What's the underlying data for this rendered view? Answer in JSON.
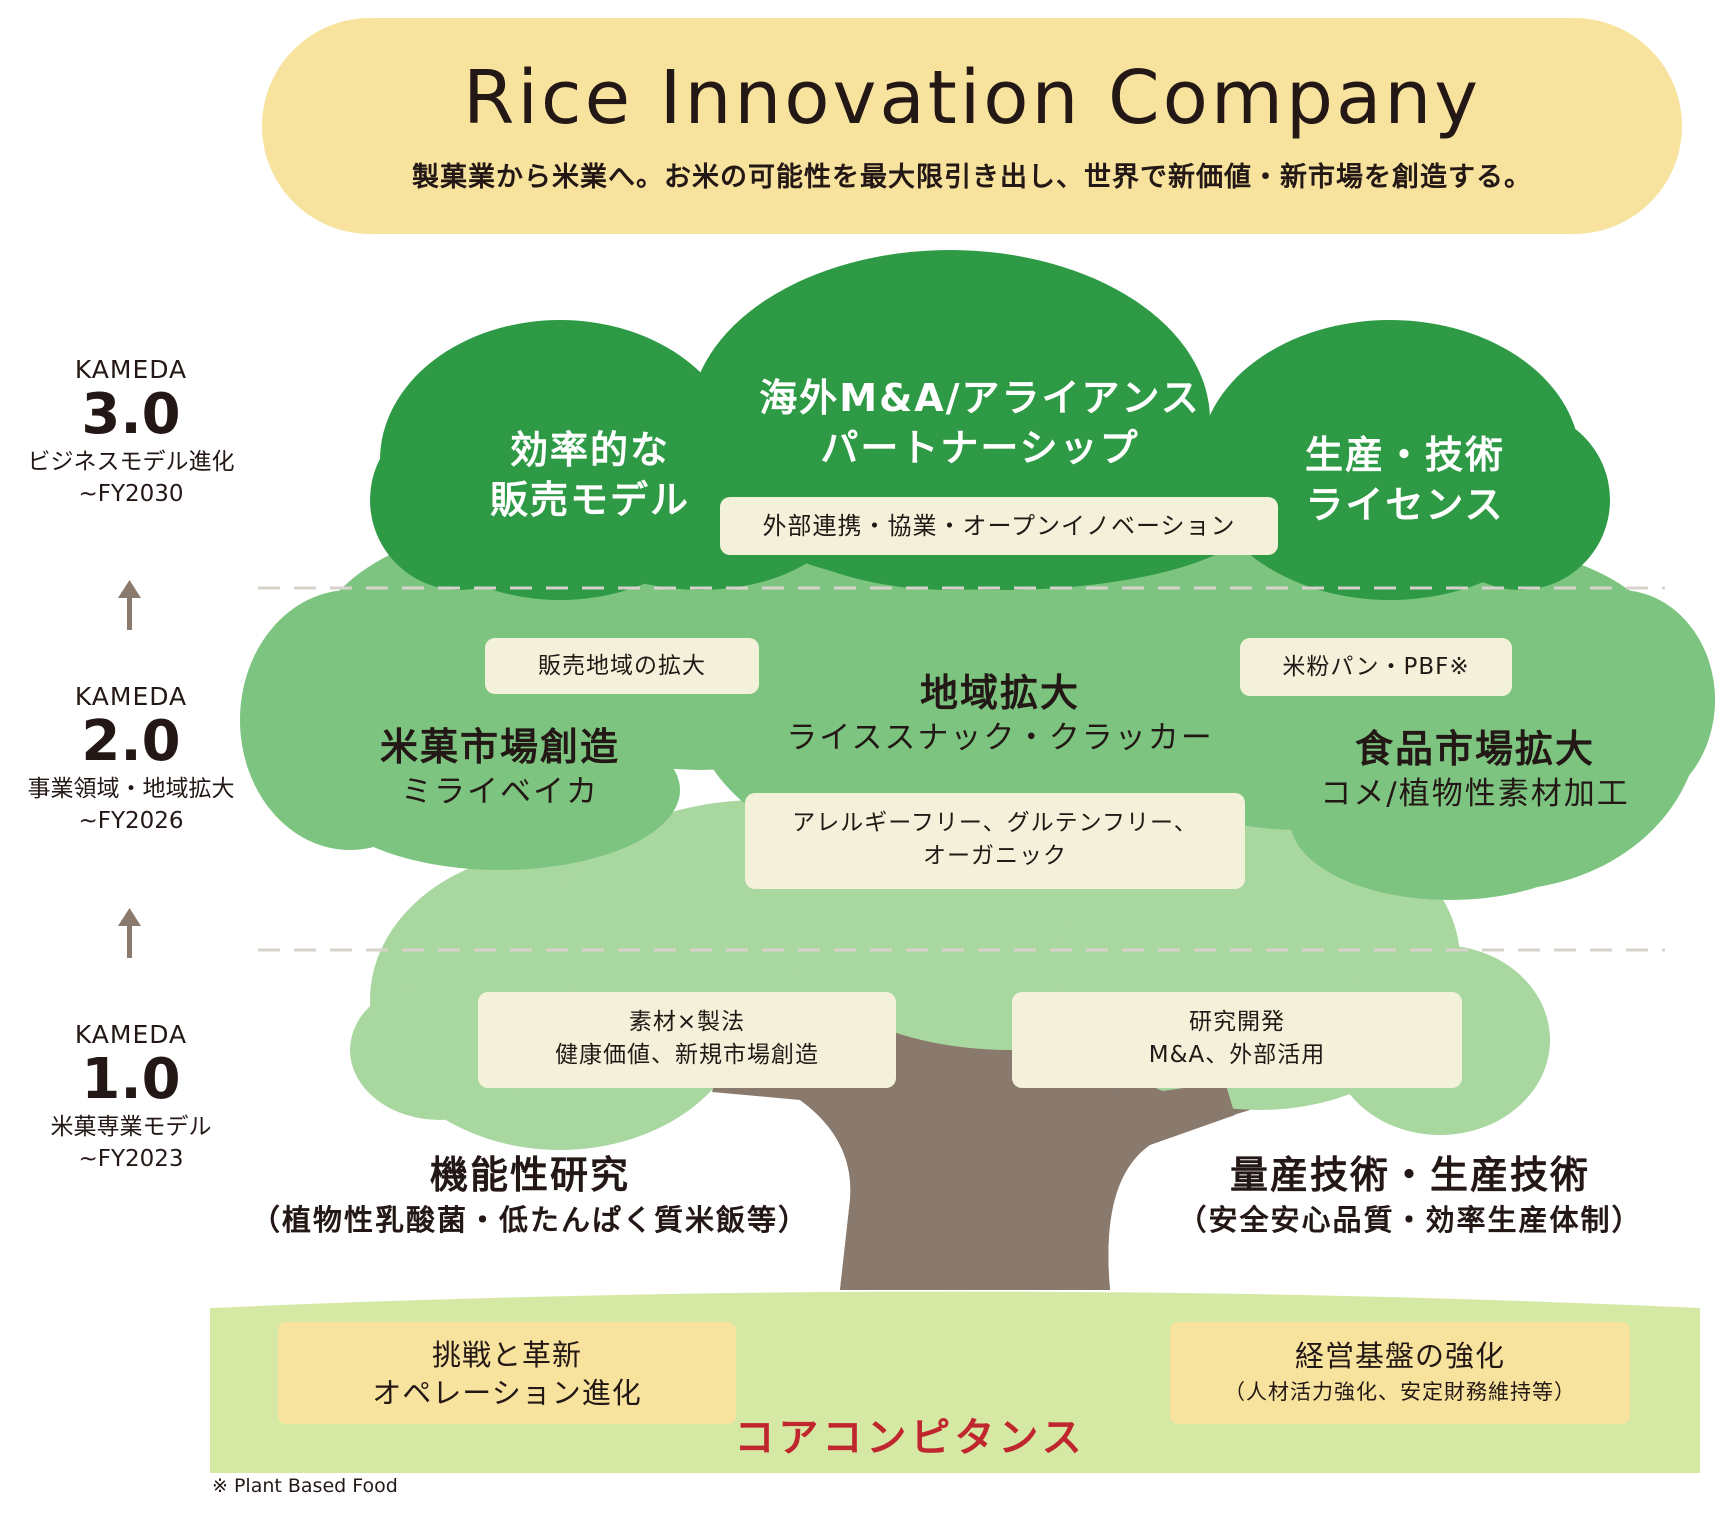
{
  "banner": {
    "title": "Rice Innovation Company",
    "subtitle": "製菓業から米業へ。お米の可能性を最大限引き出し、世界で新価値・新市場を創造する。",
    "color": "#f8e39e"
  },
  "levels": [
    {
      "brand": "KAMEDA",
      "version": "3.0",
      "desc": "ビジネスモデル進化",
      "period": "~FY2030"
    },
    {
      "brand": "KAMEDA",
      "version": "2.0",
      "desc": "事業領域・地域拡大",
      "period": "~FY2026"
    },
    {
      "brand": "KAMEDA",
      "version": "1.0",
      "desc": "米菓専業モデル",
      "period": "~FY2023"
    }
  ],
  "tier3": {
    "left_line1": "効率的な",
    "left_line2": "販売モデル",
    "center_line1": "海外M&A/アライアンス",
    "center_line2": "パートナーシップ",
    "center_box": "外部連携・協業・オープンイノベーション",
    "right_line1": "生産・技術",
    "right_line2": "ライセンス",
    "color": "#2e9a45"
  },
  "tier2": {
    "left_box": "販売地域の拡大",
    "left_title": "米菓市場創造",
    "left_sub": "ミライベイカ",
    "center_title": "地域拡大",
    "center_sub": "ライススナック・クラッカー",
    "center_box_line1": "アレルギーフリー、グルテンフリー、",
    "center_box_line2": "オーガニック",
    "right_box": "米粉パン・PBF※",
    "right_title": "食品市場拡大",
    "right_sub": "コメ/植物性素材加工",
    "color": "#7cc47f"
  },
  "tier1": {
    "left_box_line1": "素材×製法",
    "left_box_line2": "健康価値、新規市場創造",
    "right_box_line1": "研究開発",
    "right_box_line2": "M&A、外部活用",
    "left_title": "機能性研究",
    "left_sub": "（植物性乳酸菌・低たんぱく質米飯等）",
    "right_title": "量産技術・生産技術",
    "right_sub": "（安全安心品質・効率生産体制）",
    "color": "#a9d7a0",
    "trunk_color": "#8a7a6e"
  },
  "base": {
    "left_line1": "挑戦と革新",
    "left_line2": "オペレーション進化",
    "right_line1": "経営基盤の強化",
    "right_line2": "（人材活力強化、安定財務維持等）",
    "core": "コアコンピタンス",
    "color": "#d6e9a4",
    "core_color": "#c0262d"
  },
  "footnote": "※ Plant Based Food"
}
